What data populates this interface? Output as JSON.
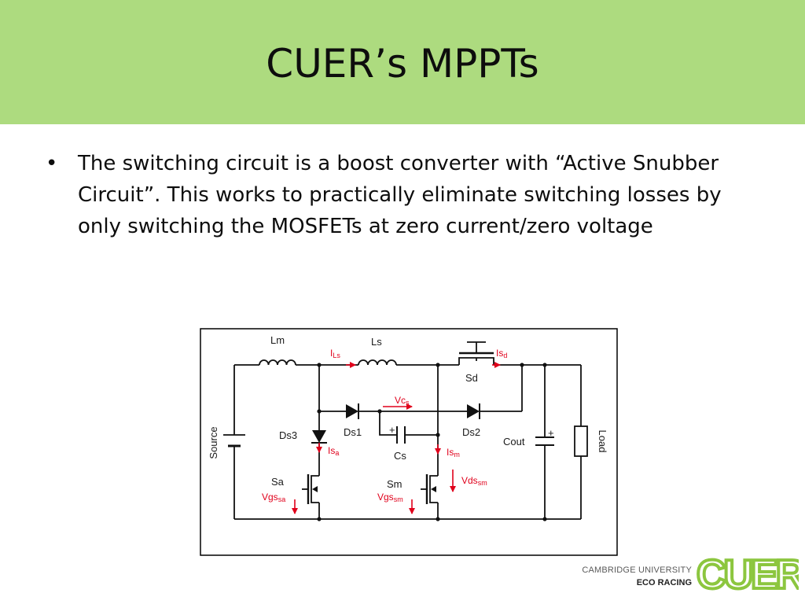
{
  "slide": {
    "title": "CUER’s MPPTs",
    "bullet_char": "•",
    "bullets": [
      "The switching circuit is a boost converter with “Active Snubber Circuit”. This works to practically eliminate switching losses by only switching the MOSFETs at zero current/zero voltage"
    ]
  },
  "diagram": {
    "labels": {
      "Lm": "Lm",
      "Ls": "Ls",
      "Sd": "Sd",
      "Ds3": "Ds3",
      "Ds1": "Ds1",
      "Ds2": "Ds2",
      "Cs": "Cs",
      "Cout": "Cout",
      "Load": "Load",
      "Source": "Source",
      "Sa": "Sa",
      "Sm": "Sm",
      "plus": "+"
    },
    "red_labels": {
      "ILs": {
        "main": "I",
        "sub": "Ls"
      },
      "Isd": {
        "main": "Is",
        "sub": "d"
      },
      "Vcs": {
        "main": "Vc",
        "sub": "s"
      },
      "Isa": {
        "main": "Is",
        "sub": "a"
      },
      "Ism": {
        "main": "Is",
        "sub": "m"
      },
      "Vdssm": {
        "main": "Vds",
        "sub": "sm"
      },
      "Vgssa": {
        "main": "Vgs",
        "sub": "sa"
      },
      "Vgssm": {
        "main": "Vgs",
        "sub": "sm"
      }
    }
  },
  "logo": {
    "line1": "CAMBRIDGE UNIVERSITY",
    "line2": "ECO RACING",
    "mark": "CUER"
  },
  "colors": {
    "title_bar": "#addb7f",
    "accent_red": "#e0001b",
    "logo_green": "#8cc63f"
  }
}
